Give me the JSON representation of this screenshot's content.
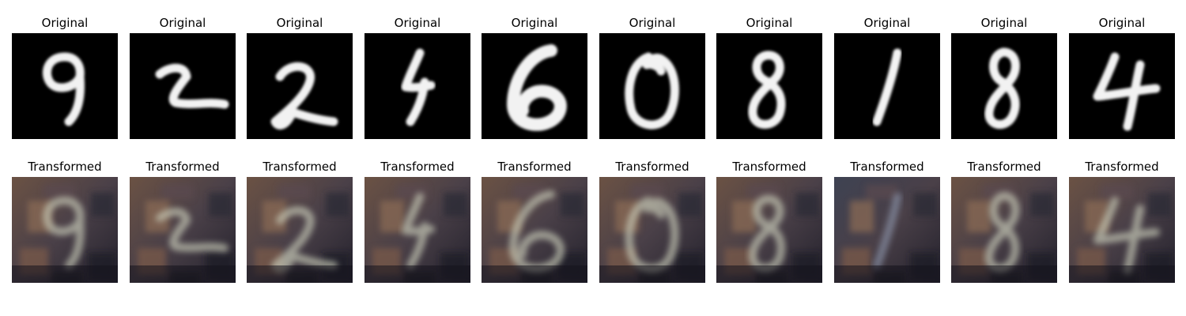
{
  "grid": {
    "top_title": "Original",
    "bottom_title": "Transformed",
    "columns": [
      {
        "digit": "9"
      },
      {
        "digit": "2"
      },
      {
        "digit": "2"
      },
      {
        "digit": "4"
      },
      {
        "digit": "6"
      },
      {
        "digit": "0"
      },
      {
        "digit": "8"
      },
      {
        "digit": "1"
      },
      {
        "digit": "8"
      },
      {
        "digit": "4"
      }
    ]
  }
}
